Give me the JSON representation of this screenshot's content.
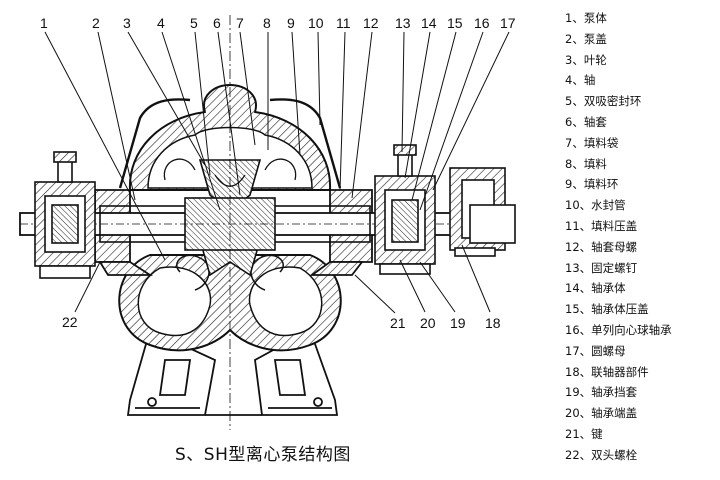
{
  "callouts_top": [
    "1",
    "2",
    "3",
    "4",
    "5",
    "6",
    "7",
    "8",
    "9",
    "10",
    "11",
    "12",
    "13",
    "14",
    "15",
    "16",
    "17"
  ],
  "callouts_bottom": [
    "22",
    "21",
    "20",
    "19",
    "18"
  ],
  "legend": [
    "1、泵体",
    "2、泵盖",
    "3、叶轮",
    "4、轴",
    "5、双吸密封环",
    "6、轴套",
    "7、填料袋",
    "8、填料",
    "9、填料环",
    "10、水封管",
    "11、填料压盖",
    "12、轴套母螺",
    "13、固定螺钉",
    "14、轴承体",
    "15、轴承体压盖",
    "16、单列向心球轴承",
    "17、圆螺母",
    "18、联轴器部件",
    "19、轴承挡套",
    "20、轴承端盖",
    "21、键",
    "22、双头螺栓"
  ],
  "caption": "S、SH型离心泵结构图"
}
